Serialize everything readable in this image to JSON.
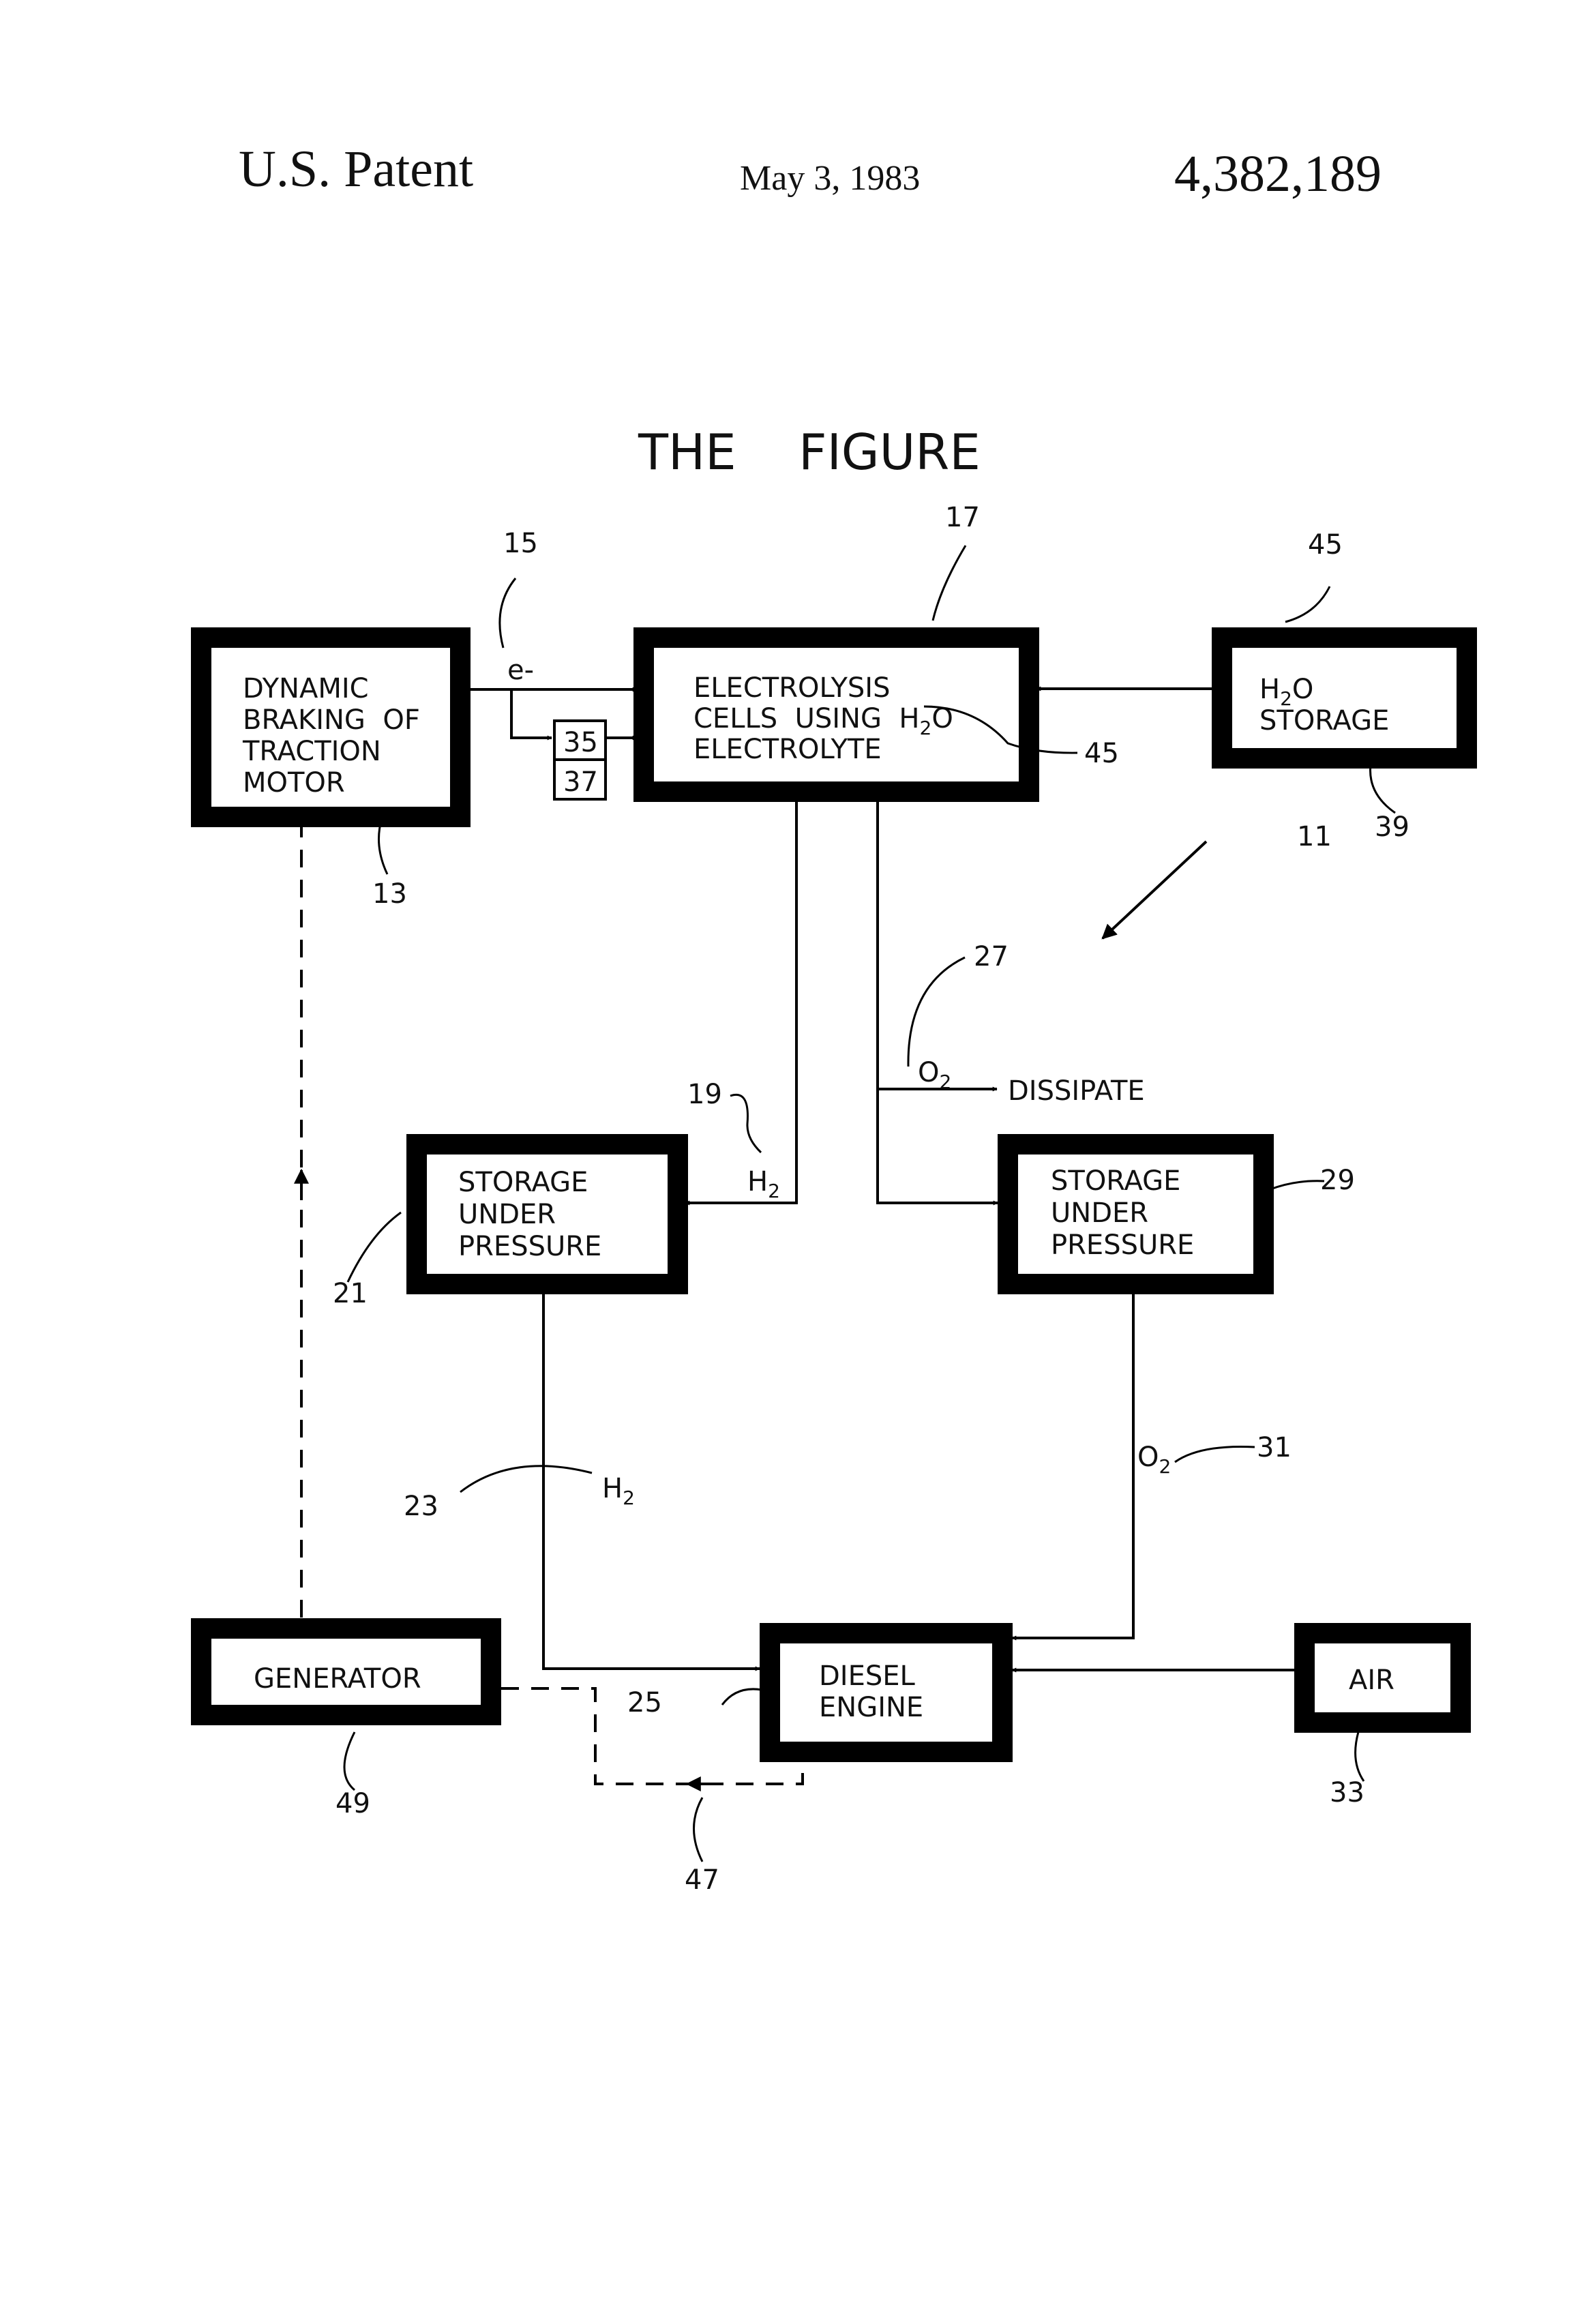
{
  "header": {
    "left": "U.S. Patent",
    "date": "May 3, 1983",
    "number": "4,382,189"
  },
  "figure": {
    "title": "THE    FIGURE",
    "boxes": {
      "braking": [
        "DYNAMIC",
        "BRAKING  OF",
        "TRACTION",
        "MOTOR"
      ],
      "electrolysis": [
        "ELECTROLYSIS",
        "CELLS  USING  H",
        "O",
        "ELECTROLYTE"
      ],
      "h2o": [
        "H",
        "O",
        "STORAGE"
      ],
      "storage_h2": [
        "STORAGE",
        "UNDER",
        "PRESSURE"
      ],
      "storage_o2": [
        "STORAGE",
        "UNDER",
        "PRESSURE"
      ],
      "generator": "GENERATOR",
      "diesel": [
        "DIESEL",
        "ENGINE"
      ],
      "air": "AIR"
    },
    "small_boxes": [
      "35",
      "37"
    ],
    "signals": {
      "electron": "e-",
      "dissipate": "DISSIPATE",
      "o2_top": "O",
      "h2_mid": "H",
      "h2_low": "H",
      "o2_low": "O",
      "sub": "2"
    },
    "refs": {
      "r15": "15",
      "r17": "17",
      "r45a": "45",
      "r45b": "45",
      "r39": "39",
      "r11": "11",
      "r13": "13",
      "r27": "27",
      "r19": "19",
      "r29": "29",
      "r21": "21",
      "r23": "23",
      "r31": "31",
      "r25": "25",
      "r49": "49",
      "r33": "33",
      "r47": "47"
    }
  }
}
